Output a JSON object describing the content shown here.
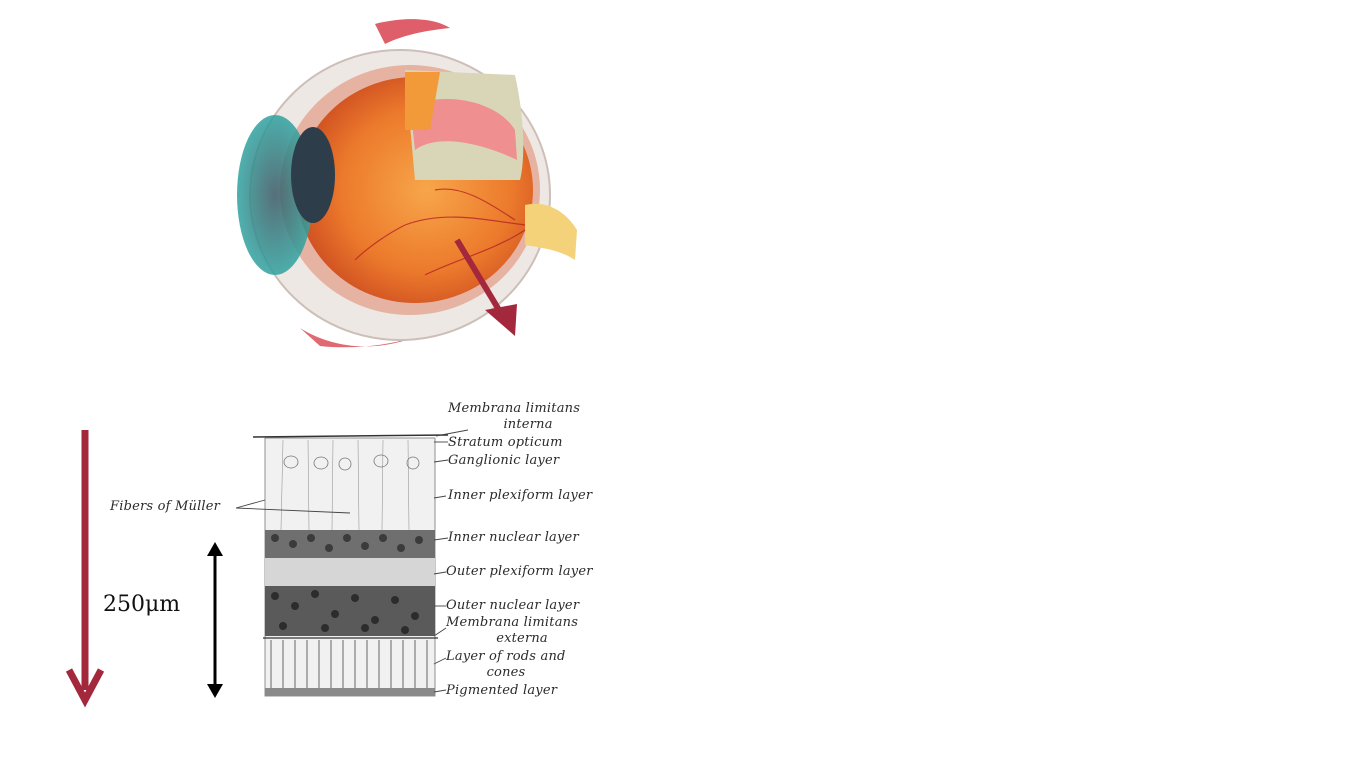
{
  "scale_label": "250μm",
  "colors": {
    "arrow_red": "#a3283c",
    "scale_arrow": "#000000",
    "retina_orange": "#e8702a",
    "sclera": "#f3e6df"
  },
  "eye_illustration": {
    "icon": "eye-cross-section-icon"
  },
  "retina_layers": {
    "membrana_limitans_interna_1": "Membrana limitans",
    "membrana_limitans_interna_2": "interna",
    "stratum_opticum": "Stratum opticum",
    "ganglionic_layer": "Ganglionic layer",
    "inner_plexiform_layer": "Inner plexiform layer",
    "inner_nuclear_layer": "Inner nuclear layer",
    "outer_plexiform_layer": "Outer plexiform layer",
    "outer_nuclear_layer": "Outer nuclear layer",
    "membrana_limitans_externa_1": "Membrana limitans",
    "membrana_limitans_externa_2": "externa",
    "rods_and_cones_1": "Layer of rods and",
    "rods_and_cones_2": "cones",
    "pigmented_layer": "Pigmented layer",
    "fibers_of_muller": "Fibers of Müller"
  }
}
